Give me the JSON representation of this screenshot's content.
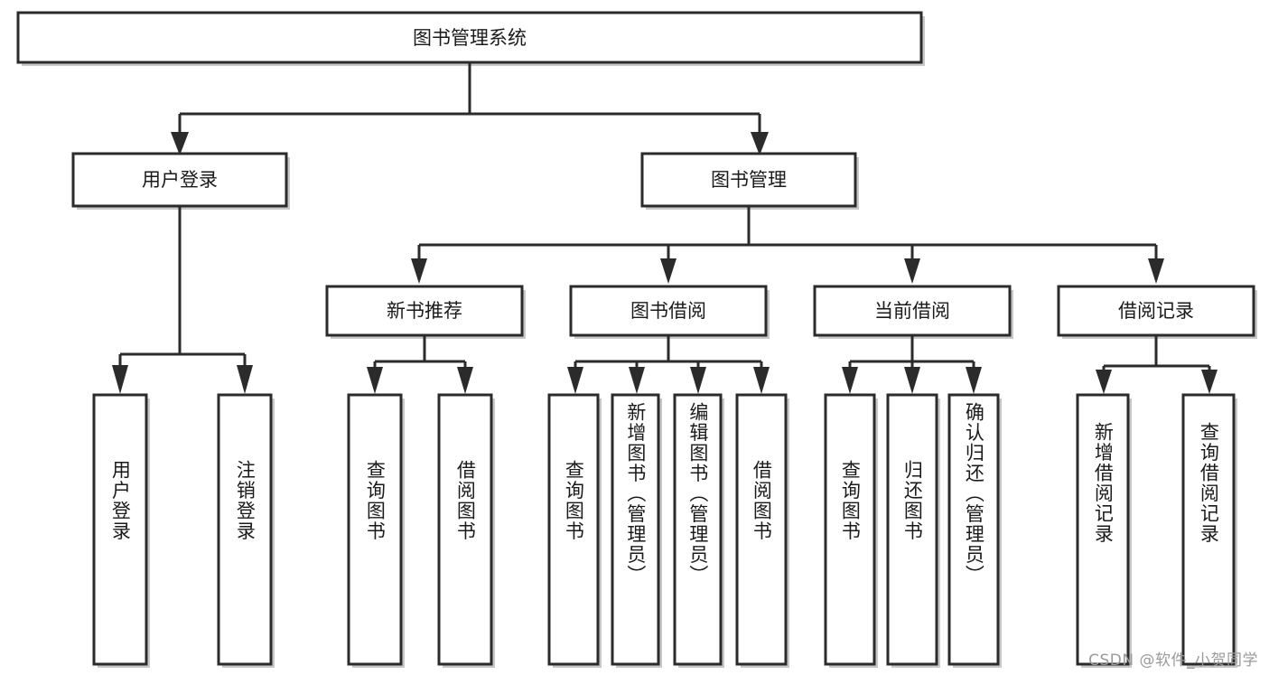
{
  "diagram": {
    "title": "图书管理系统",
    "type": "tree-hierarchy-diagram",
    "colors": {
      "box_stroke": "#2b2b2b",
      "box_fill": "#ffffff",
      "text": "#1a1a1a",
      "shadow": "#c8c8c8",
      "watermark": "#9a9a9a",
      "background": "#ffffff"
    },
    "root": {
      "label": "图书管理系统"
    },
    "level2": [
      {
        "label": "用户登录"
      },
      {
        "label": "图书管理"
      }
    ],
    "level3": [
      {
        "label": "新书推荐"
      },
      {
        "label": "图书借阅"
      },
      {
        "label": "当前借阅"
      },
      {
        "label": "借阅记录"
      }
    ],
    "leaves": {
      "user_login": [
        {
          "label": "用户登录"
        },
        {
          "label": "注销登录"
        }
      ],
      "new_book_recommend": [
        {
          "label": "查询图书"
        },
        {
          "label": "借阅图书"
        }
      ],
      "book_borrow": [
        {
          "label": "查询图书"
        },
        {
          "label": "新增图书（管理员）"
        },
        {
          "label": "编辑图书（管理员）"
        },
        {
          "label": "借阅图书"
        }
      ],
      "current_borrow": [
        {
          "label": "查询图书"
        },
        {
          "label": "归还图书"
        },
        {
          "label": "确认归还（管理员）"
        }
      ],
      "borrow_record": [
        {
          "label": "新增借阅记录"
        },
        {
          "label": "查询借阅记录"
        }
      ]
    },
    "watermark": "CSDN @软件_小贺同学"
  }
}
